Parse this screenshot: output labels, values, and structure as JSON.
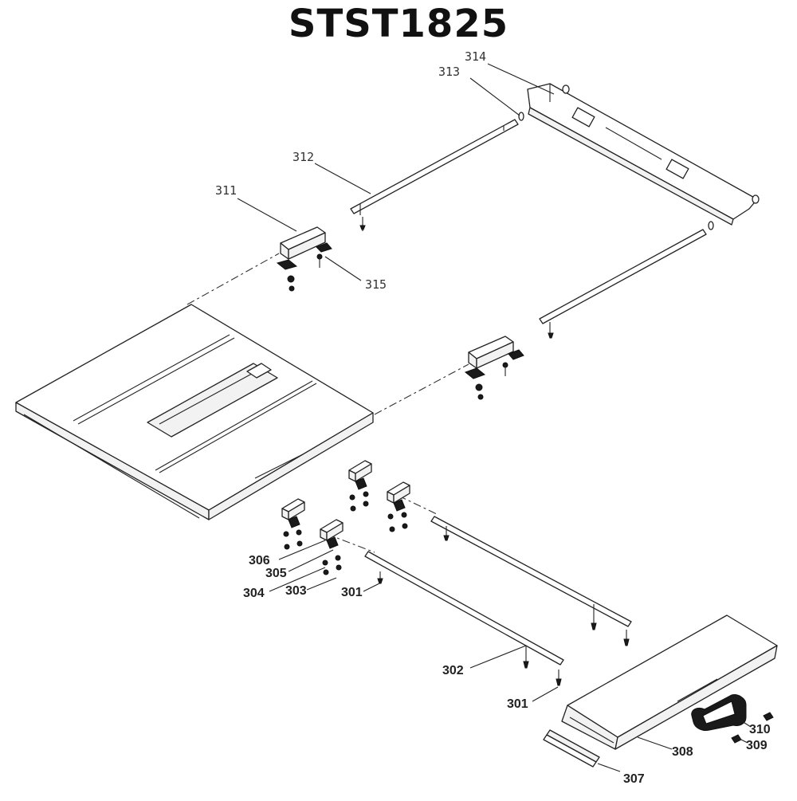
{
  "title": "STST1825",
  "labels": {
    "p301a": "301",
    "p301b": "301",
    "p302": "302",
    "p303": "303",
    "p304": "304",
    "p305": "305",
    "p306": "306",
    "p307": "307",
    "p308": "308",
    "p309": "309",
    "p310": "310",
    "p311": "311",
    "p312": "312",
    "p313": "313",
    "p314": "314",
    "p315": "315"
  }
}
